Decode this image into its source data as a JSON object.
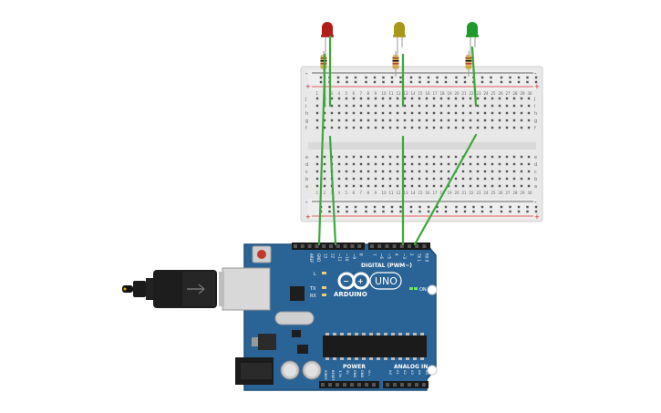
{
  "board": {
    "logo_text": "ARDUINO",
    "model": "UNO",
    "digital_label": "DIGITAL (PWM~)",
    "power_label": "POWER",
    "analog_label": "ANALOG IN",
    "on_label": "ON",
    "led_l": "L",
    "led_tx": "TX",
    "led_rx": "RX",
    "header_top_left": [
      "AREF",
      "GND",
      "13",
      "12",
      "~11",
      "~10",
      "~9",
      "8"
    ],
    "header_top_right": [
      "7",
      "~6",
      "~5",
      "4",
      "~3",
      "2",
      "TX 1",
      "RX 0"
    ],
    "power_pins": [
      "IOREF",
      "RESET",
      "3.3V",
      "5V",
      "GND",
      "GND",
      "Vin"
    ],
    "analog_pins": [
      "A0",
      "A1",
      "A2",
      "A3",
      "A4",
      "A5"
    ],
    "colors": {
      "pcb": "#2a6496",
      "pcb_edge": "#1f4f78"
    }
  },
  "breadboard": {
    "row_letters_top": [
      "j",
      "i",
      "h",
      "g",
      "f"
    ],
    "row_letters_bottom": [
      "e",
      "d",
      "c",
      "b",
      "a"
    ],
    "rail_plus": "+",
    "rail_minus": "-",
    "columns": [
      "1",
      "2",
      "3",
      "4",
      "5",
      "6",
      "7",
      "8",
      "9",
      "10",
      "11",
      "12",
      "13",
      "14",
      "15",
      "16",
      "17",
      "18",
      "19",
      "20",
      "21",
      "22",
      "23",
      "24",
      "25",
      "26",
      "27",
      "28",
      "29",
      "30"
    ]
  },
  "leds": [
    {
      "color": "#b01c1c"
    },
    {
      "color": "#a8981a"
    },
    {
      "color": "#1f9a2c"
    }
  ],
  "wire_color": "#3ca83c"
}
